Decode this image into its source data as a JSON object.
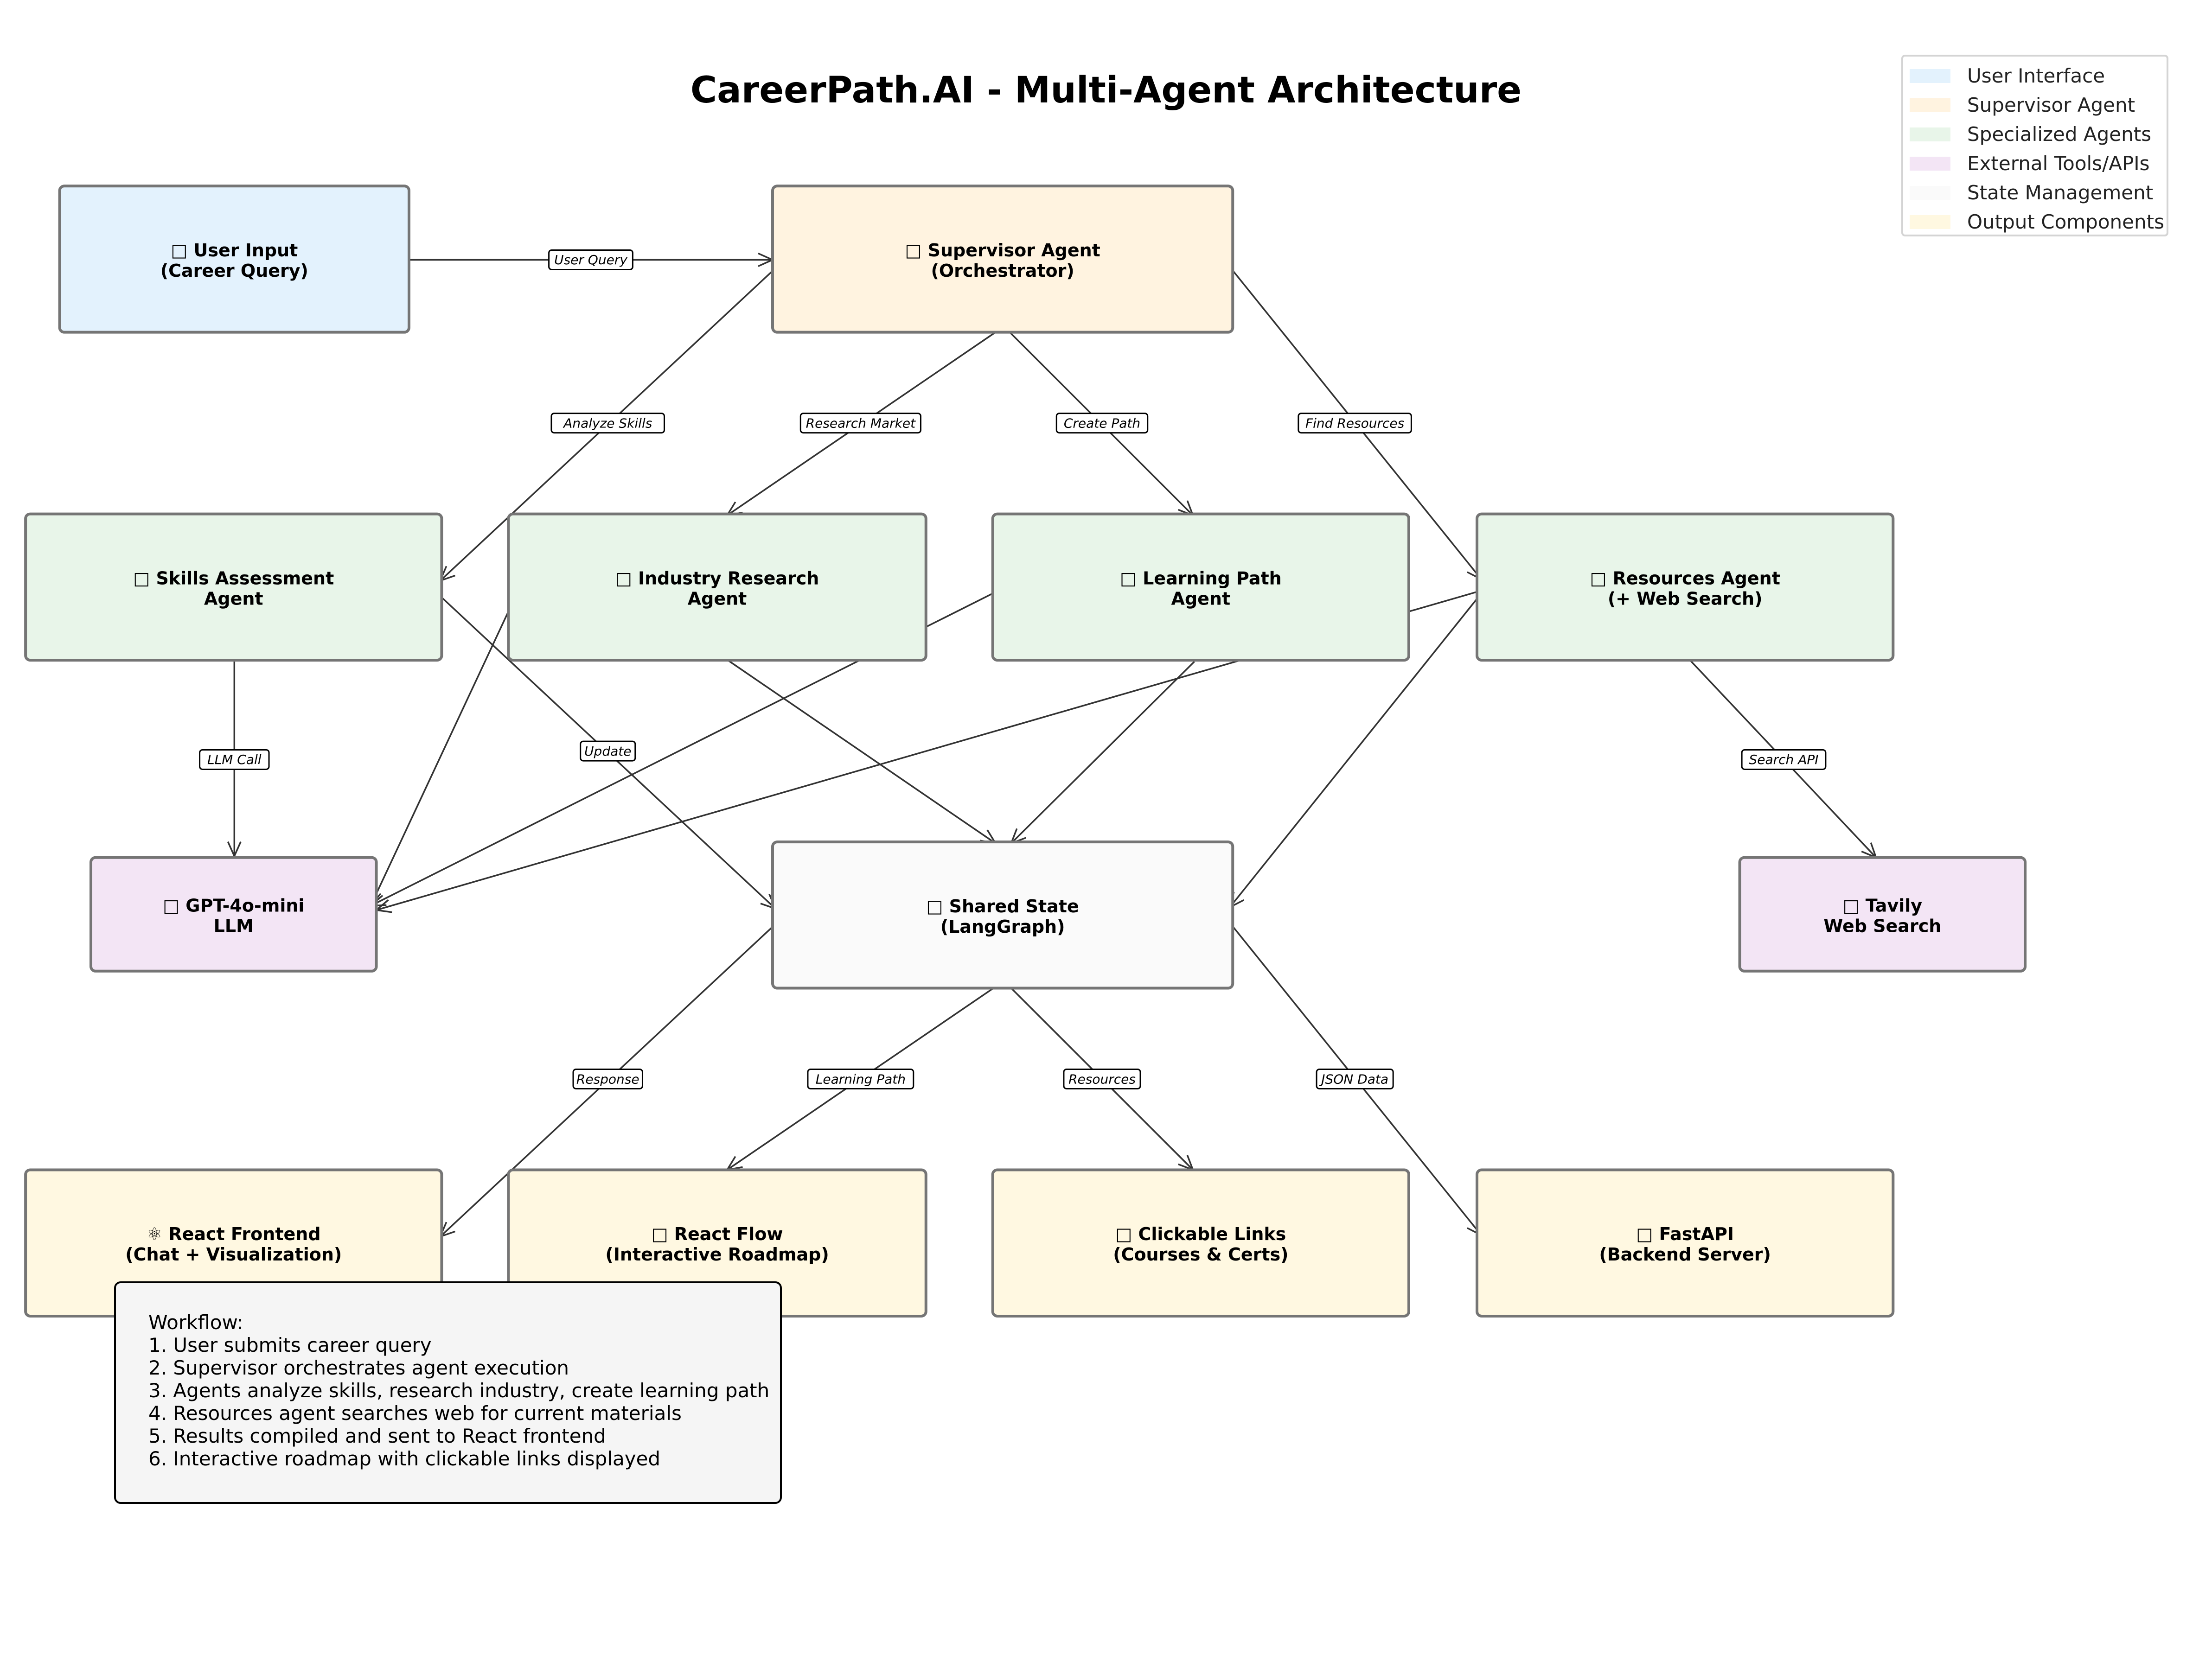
{
  "title": "CareerPath.AI - Multi-Agent Architecture",
  "colors": {
    "user_interface": "#e3f2fd",
    "supervisor": "#fff3e0",
    "specialized": "#e8f5e9",
    "external": "#f3e5f5",
    "state": "#fafafa",
    "output": "#fff8e1",
    "node_border": "#757575",
    "arrow": "#333333"
  },
  "legend": [
    {
      "label": "User Interface",
      "color": "#e3f2fd"
    },
    {
      "label": "Supervisor Agent",
      "color": "#fff3e0"
    },
    {
      "label": "Specialized Agents",
      "color": "#e8f5e9"
    },
    {
      "label": "External Tools/APIs",
      "color": "#f3e5f5"
    },
    {
      "label": "State Management",
      "color": "#fafafa"
    },
    {
      "label": "Output Components",
      "color": "#fff8e1"
    }
  ],
  "nodes": {
    "user_input": {
      "icon": "□",
      "line1": "User Input",
      "line2": "(Career Query)",
      "category": "user_interface",
      "icon_name": "user-icon"
    },
    "supervisor": {
      "icon": "□",
      "line1": "Supervisor Agent",
      "line2": "(Orchestrator)",
      "category": "supervisor",
      "icon_name": "brain-icon"
    },
    "skills": {
      "icon": "□",
      "line1": "Skills Assessment",
      "line2": "Agent",
      "category": "specialized",
      "icon_name": "chart-icon"
    },
    "industry": {
      "icon": "□",
      "line1": "Industry Research",
      "line2": "Agent",
      "category": "specialized",
      "icon_name": "magnifier-icon"
    },
    "learning": {
      "icon": "□",
      "line1": "Learning Path",
      "line2": "Agent",
      "category": "specialized",
      "icon_name": "book-icon"
    },
    "resources": {
      "icon": "□",
      "line1": "Resources Agent",
      "line2": "(+ Web Search)",
      "category": "specialized",
      "icon_name": "globe-icon"
    },
    "llm": {
      "icon": "□",
      "line1": "GPT-4o-mini",
      "line2": "LLM",
      "category": "external",
      "icon_name": "robot-icon"
    },
    "state": {
      "icon": "□",
      "line1": "Shared State",
      "line2": "(LangGraph)",
      "category": "state",
      "icon_name": "database-icon"
    },
    "tavily": {
      "icon": "□",
      "line1": "Tavily",
      "line2": "Web Search",
      "category": "external",
      "icon_name": "search-icon"
    },
    "frontend": {
      "icon": "⚛",
      "line1": "React Frontend",
      "line2": "(Chat + Visualization)",
      "category": "output",
      "icon_name": "react-icon"
    },
    "flow": {
      "icon": "□",
      "line1": "React Flow",
      "line2": "(Interactive Roadmap)",
      "category": "output",
      "icon_name": "map-icon"
    },
    "links": {
      "icon": "□",
      "line1": "Clickable Links",
      "line2": "(Courses & Certs)",
      "category": "output",
      "icon_name": "link-icon"
    },
    "fastapi": {
      "icon": "□",
      "line1": "FastAPI",
      "line2": "(Backend Server)",
      "category": "output",
      "icon_name": "server-icon"
    }
  },
  "edges": [
    {
      "from": "user_input",
      "to": "supervisor",
      "label": "User Query"
    },
    {
      "from": "supervisor",
      "to": "skills",
      "label": "Analyze Skills"
    },
    {
      "from": "supervisor",
      "to": "industry",
      "label": "Research Market"
    },
    {
      "from": "supervisor",
      "to": "learning",
      "label": "Create Path"
    },
    {
      "from": "supervisor",
      "to": "resources",
      "label": "Find Resources"
    },
    {
      "from": "skills",
      "to": "llm",
      "label": "LLM Call"
    },
    {
      "from": "industry",
      "to": "llm",
      "label": ""
    },
    {
      "from": "learning",
      "to": "llm",
      "label": ""
    },
    {
      "from": "resources",
      "to": "llm",
      "label": ""
    },
    {
      "from": "skills",
      "to": "state",
      "label": "Update"
    },
    {
      "from": "industry",
      "to": "state",
      "label": ""
    },
    {
      "from": "learning",
      "to": "state",
      "label": ""
    },
    {
      "from": "resources",
      "to": "state",
      "label": ""
    },
    {
      "from": "resources",
      "to": "tavily",
      "label": "Search API"
    },
    {
      "from": "state",
      "to": "frontend",
      "label": "Response"
    },
    {
      "from": "state",
      "to": "flow",
      "label": "Learning Path"
    },
    {
      "from": "state",
      "to": "links",
      "label": "Resources"
    },
    {
      "from": "state",
      "to": "fastapi",
      "label": "JSON Data"
    }
  ],
  "workflow": {
    "heading": "Workflow:",
    "steps": [
      "1. User submits career query",
      "2. Supervisor orchestrates agent execution",
      "3. Agents analyze skills, research industry, create learning path",
      "4. Resources agent searches web for current materials",
      "5. Results compiled and sent to React frontend",
      "6. Interactive roadmap with clickable links displayed"
    ]
  }
}
